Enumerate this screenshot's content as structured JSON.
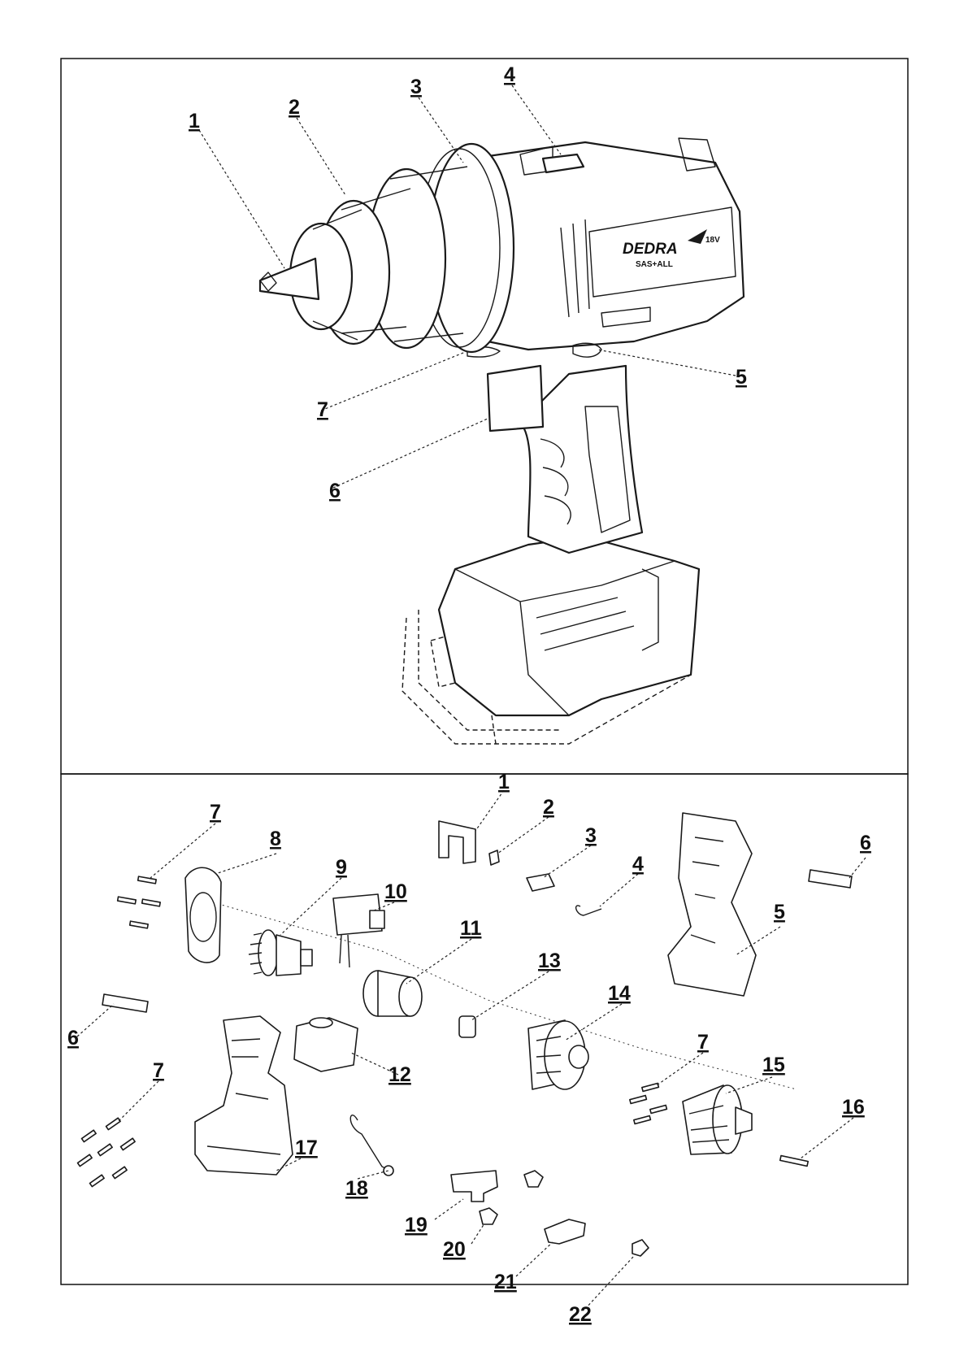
{
  "brand": {
    "name": "DEDRA",
    "voltage": "18V",
    "system": "SAS+ALL"
  },
  "top_callouts": [
    "1",
    "2",
    "3",
    "4",
    "5",
    "6",
    "7"
  ],
  "bottom_callouts": [
    "1",
    "2",
    "3",
    "4",
    "5",
    "6",
    "6",
    "7",
    "7",
    "7",
    "8",
    "9",
    "10",
    "11",
    "12",
    "13",
    "14",
    "15",
    "16",
    "17",
    "18",
    "19",
    "20",
    "21",
    "22"
  ]
}
